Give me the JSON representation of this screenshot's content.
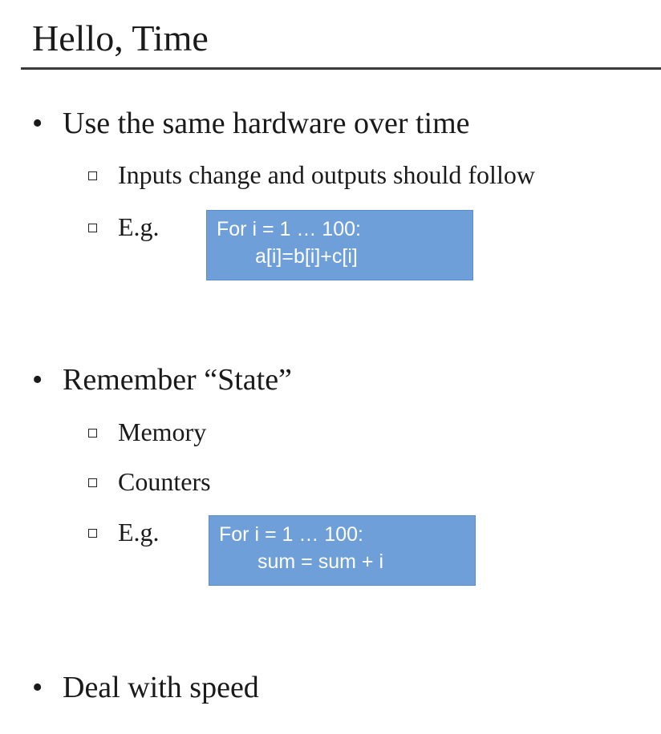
{
  "slide": {
    "title": "Hello, Time",
    "bullets": [
      {
        "text": "Use the same hardware over time",
        "subs": [
          "Inputs change and outputs should follow",
          "E.g."
        ],
        "code": [
          "For i = 1 … 100:",
          "a[i]=b[i]+c[i]"
        ]
      },
      {
        "text": "Remember “State”",
        "subs": [
          "Memory",
          "Counters",
          "E.g."
        ],
        "code": [
          "For i = 1 … 100:",
          "sum = sum + i"
        ]
      },
      {
        "text": "Deal with speed"
      }
    ]
  }
}
